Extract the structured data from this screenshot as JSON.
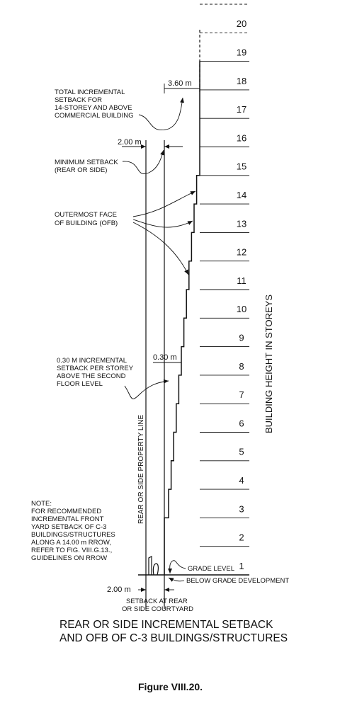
{
  "storeys": [
    "1",
    "2",
    "3",
    "4",
    "5",
    "6",
    "7",
    "8",
    "9",
    "10",
    "11",
    "12",
    "13",
    "14",
    "15",
    "16",
    "17",
    "18",
    "19",
    "20"
  ],
  "labels": {
    "total_incremental": [
      "TOTAL INCREMENTAL",
      "SETBACK FOR",
      "14-STOREY AND ABOVE",
      "COMMERCIAL BUILDING"
    ],
    "minimum_setback": [
      "MINIMUM SETBACK",
      "(REAR OR SIDE)"
    ],
    "outermost_face": [
      "OUTERMOST FACE",
      "OF BUILDING (OFB)"
    ],
    "incremental_030": [
      "0.30 M INCREMENTAL",
      "SETBACK PER STOREY",
      "ABOVE THE SECOND",
      "FLOOR LEVEL"
    ],
    "note": [
      "NOTE:",
      "FOR RECOMMENDED",
      "INCREMENTAL FRONT",
      "YARD SETBACK OF C-3",
      "BUILDINGS/STRUCTURES",
      "ALONG A 14.00 m RROW,",
      "REFER TO FIG. VIII.G.13.,",
      "GUIDELINES ON RROW"
    ],
    "property_line": "REAR OR SIDE PROPERTY LINE",
    "building_height": "BUILDING HEIGHT IN STOREYS",
    "grade_level": "GRADE LEVEL",
    "below_grade": "BELOW GRADE DEVELOPMENT",
    "setback_courtyard": [
      "SETBACK AT REAR",
      "OR SIDE COURTYARD"
    ]
  },
  "dimensions": {
    "top": "3.60 m",
    "upper_left": "2.00 m",
    "middle": "0.30 m",
    "bottom": "2.00 m"
  },
  "title": [
    "REAR OR SIDE INCREMENTAL SETBACK",
    "AND OFB OF C-3 BUILDINGS/STRUCTURES"
  ],
  "figure": "Figure VIII.20."
}
